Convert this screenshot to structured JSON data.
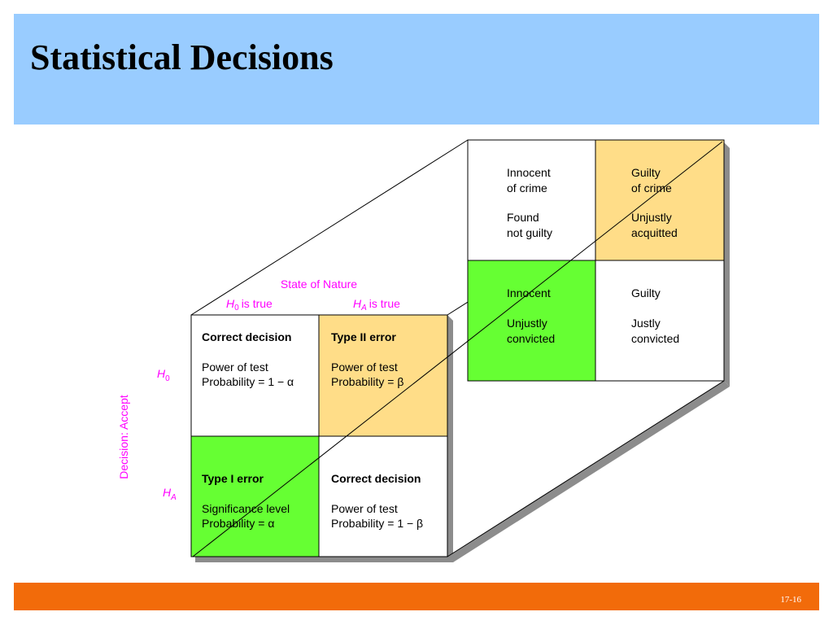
{
  "title": "Statistical Decisions",
  "page_number": "17-16",
  "colors": {
    "header": "#99ccff",
    "footer": "#f26b0a",
    "green": "#66ff33",
    "yellow": "#ffdd88",
    "magenta": "#ff00ff"
  },
  "labels": {
    "state_of_nature": "State of Nature",
    "h0_is_true": "is true",
    "ha_is_true": "is true",
    "decision_accept": "Decision: Accept",
    "h_symbol": "H",
    "sub_0": "0",
    "sub_a": "A"
  },
  "front_cells": {
    "correct_decision_1": {
      "title": "Correct decision",
      "line1": "Power of test",
      "line2": "Probability = 1 − α"
    },
    "type2": {
      "title": "Type II error",
      "line1": "Power of test",
      "line2": "Probability = β"
    },
    "type1": {
      "title": "Type I error",
      "line1": "Significance level",
      "line2": "Probability = α"
    },
    "correct_decision_2": {
      "title": "Correct decision",
      "line1": "Power of test",
      "line2": "Probability = 1 − β"
    }
  },
  "back_cells": {
    "innocent_found_not_guilty": {
      "l1": "Innocent",
      "l2": "of crime",
      "l3": "Found",
      "l4": "not guilty"
    },
    "guilty_unjustly_acquitted": {
      "l1": "Guilty",
      "l2": "of crime",
      "l3": "Unjustly",
      "l4": "acquitted"
    },
    "innocent_unjustly_convicted": {
      "l1": "Innocent",
      "l2": "Unjustly",
      "l3": "convicted"
    },
    "guilty_justly_convicted": {
      "l1": "Guilty",
      "l2": "Justly",
      "l3": "convicted"
    }
  }
}
